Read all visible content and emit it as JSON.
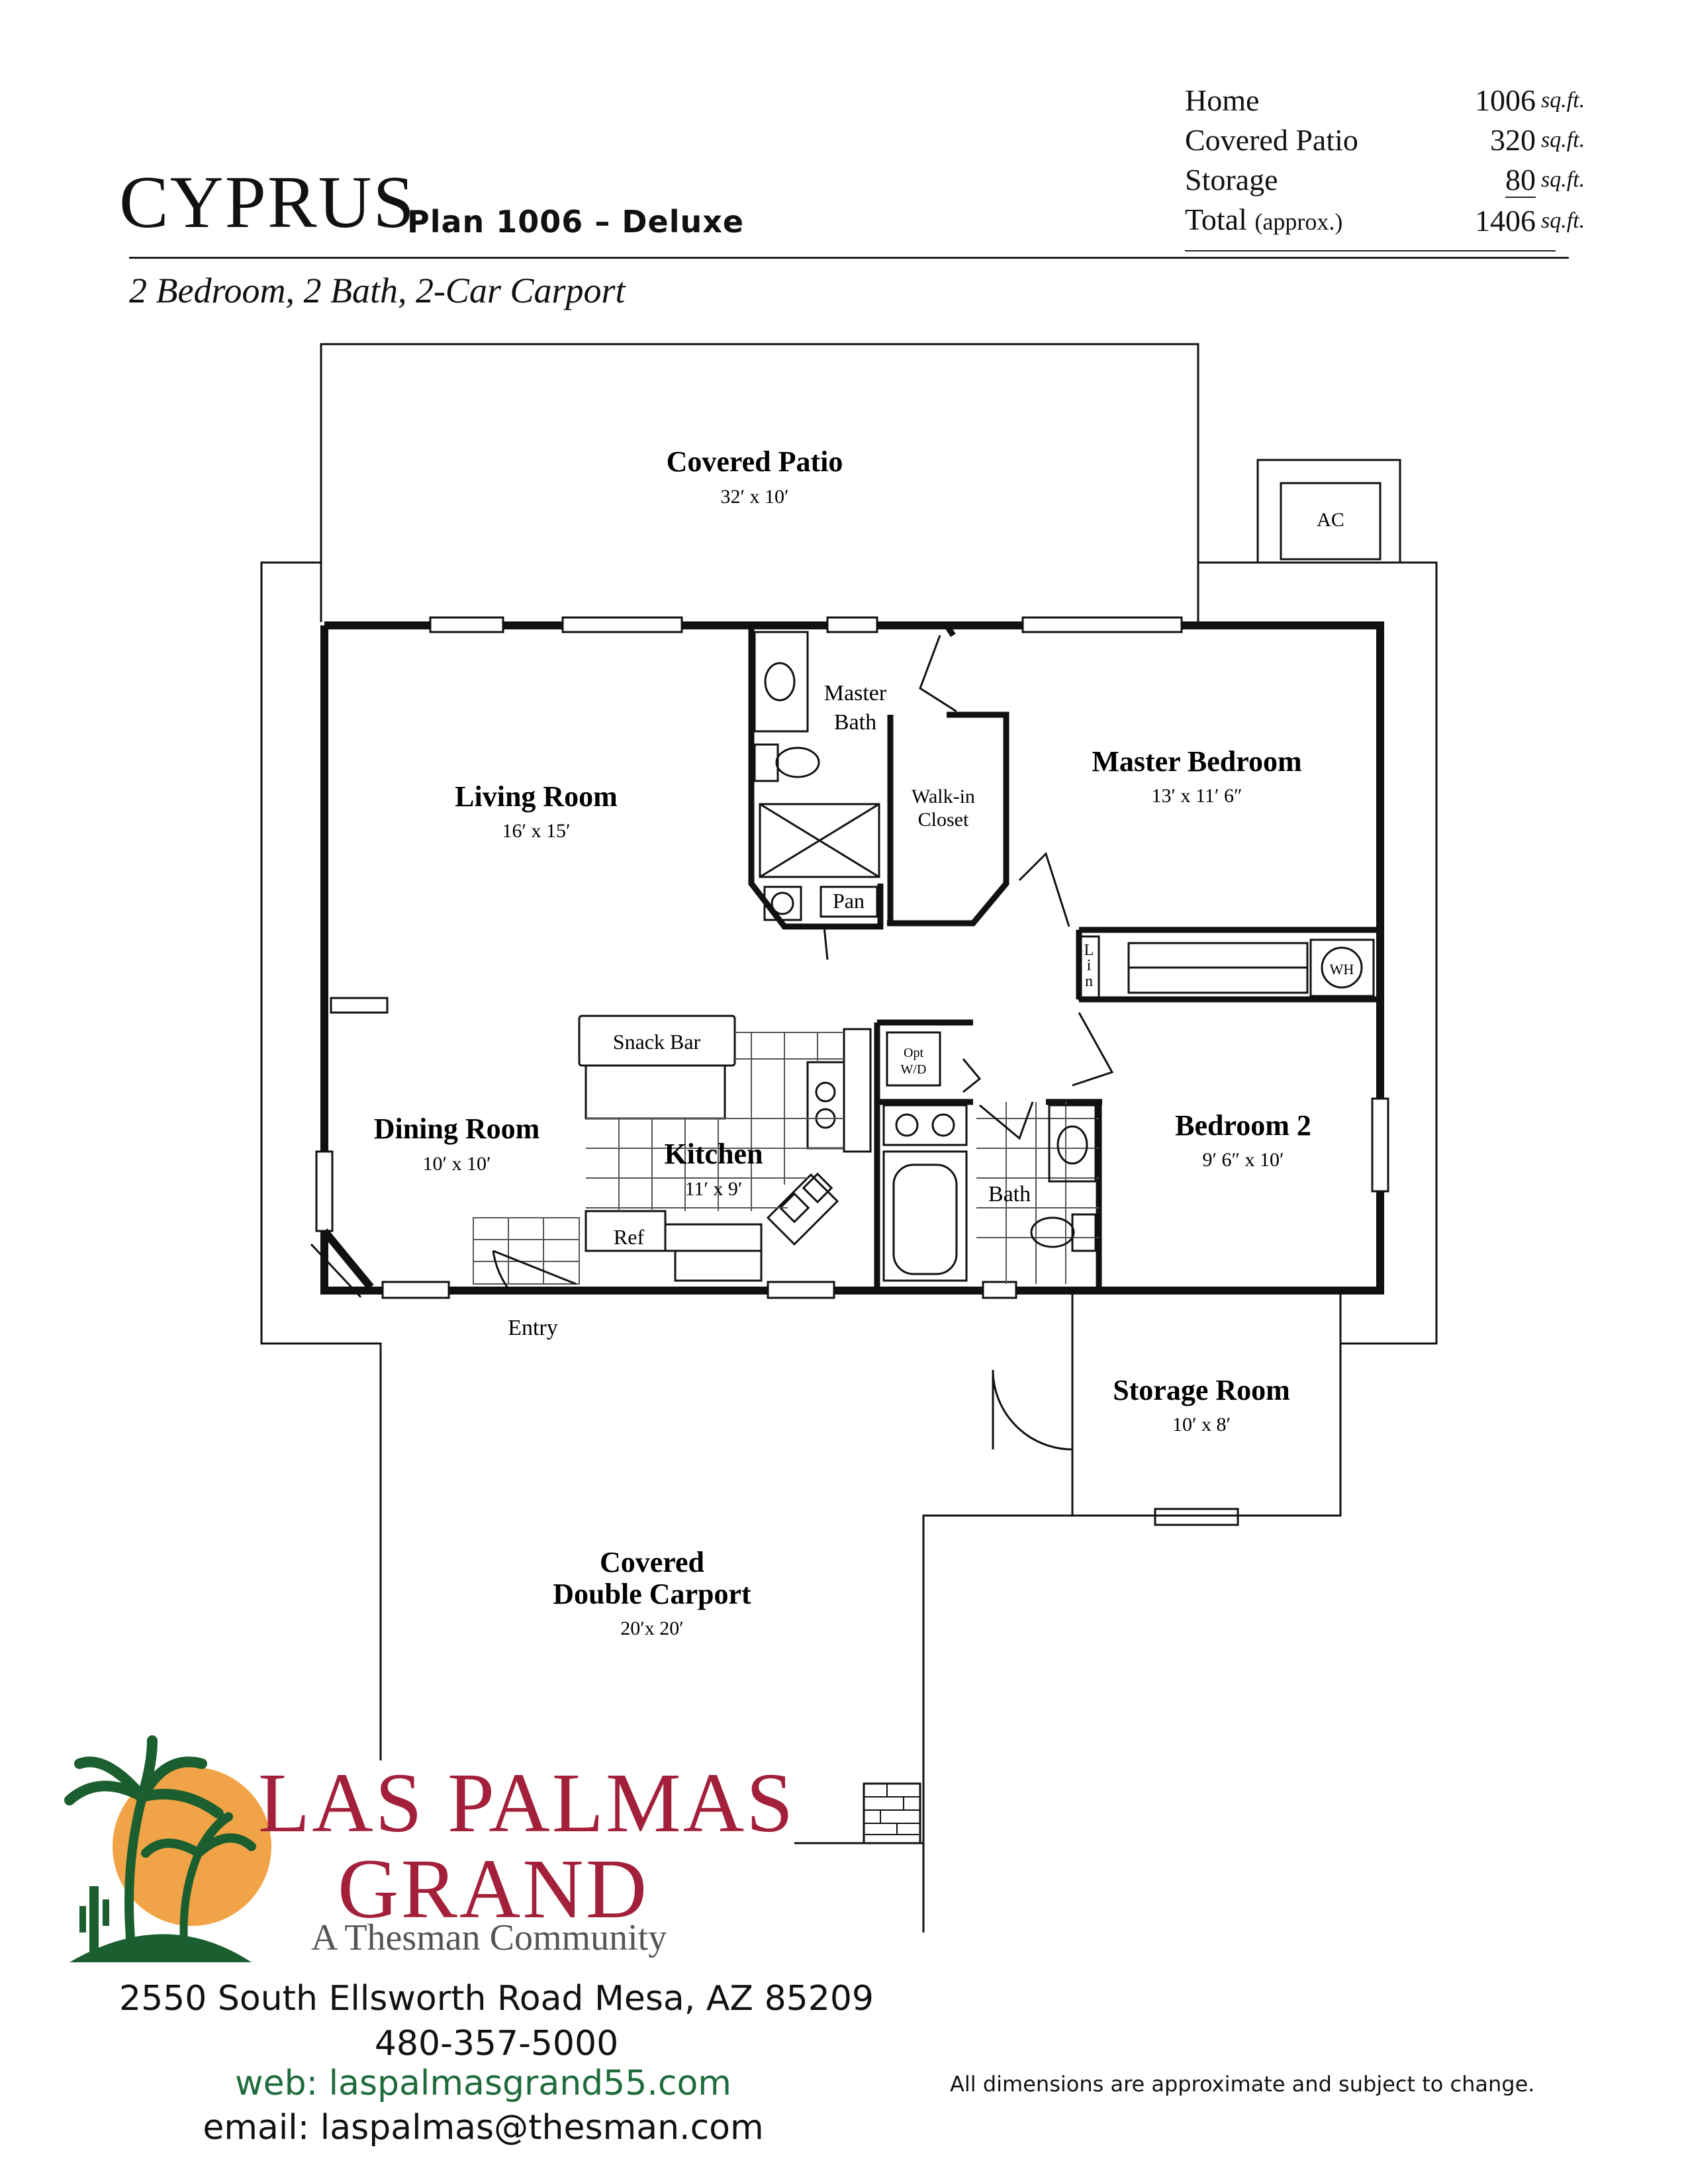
{
  "header": {
    "plan_name": "CYPRUS",
    "plan_sub": "Plan 1006 – Deluxe",
    "tagline": "2 Bedroom, 2 Bath, 2-Car Carport"
  },
  "area_table": {
    "rows": [
      {
        "label": "Home",
        "note": "",
        "value": "1006",
        "unit": "sq.ft."
      },
      {
        "label": "Covered Patio",
        "note": "",
        "value": "320",
        "unit": "sq.ft."
      },
      {
        "label": "Storage",
        "note": "",
        "value": "80",
        "unit": "sq.ft."
      },
      {
        "label": "Total",
        "note": "(approx.)",
        "value": "1406",
        "unit": "sq.ft."
      }
    ]
  },
  "rooms": {
    "covered_patio": {
      "name": "Covered Patio",
      "dim": "32′ x 10′"
    },
    "ac": {
      "name": "AC"
    },
    "master_bath": {
      "name_1": "Master",
      "name_2": "Bath"
    },
    "walk_in": {
      "name_1": "Walk-in",
      "name_2": "Closet"
    },
    "master_bedroom": {
      "name": "Master Bedroom",
      "dim": "13′ x 11′ 6″"
    },
    "living_room": {
      "name": "Living Room",
      "dim": "16′ x 15′"
    },
    "pan": {
      "name": "Pan"
    },
    "lin": {
      "l1": "L",
      "l2": "i",
      "l3": "n"
    },
    "wh": {
      "name": "WH"
    },
    "snack_bar": {
      "name": "Snack Bar"
    },
    "opt_wd": {
      "l1": "Opt",
      "l2": "W/D"
    },
    "dining_room": {
      "name": "Dining Room",
      "dim": "10′ x 10′"
    },
    "kitchen": {
      "name": "Kitchen",
      "dim": "11′ x 9′"
    },
    "bath": {
      "name": "Bath"
    },
    "bedroom_2": {
      "name": "Bedroom 2",
      "dim": "9′ 6″ x 10′"
    },
    "ref": {
      "name": "Ref"
    },
    "entry": {
      "name": "Entry"
    },
    "storage_room": {
      "name": "Storage Room",
      "dim": "10′ x 8′"
    },
    "carport": {
      "name_1": "Covered",
      "name_2": "Double Carport",
      "dim": "20′x 20′"
    }
  },
  "brand": {
    "line1": "LAS PALMAS",
    "line2": "GRAND",
    "line3": "A Thesman Community",
    "colors": {
      "brand_red": "#a3203a",
      "sun": "#f0a347",
      "palm_green": "#1b5e2f",
      "web_green": "#1f6b3c"
    }
  },
  "contact": {
    "address": "2550 South Ellsworth Road     Mesa, AZ 85209",
    "phone": "480-357-5000",
    "web": "web: laspalmasgrand55.com",
    "email": "email: laspalmas@thesman.com"
  },
  "disclaimer": "All dimensions are approximate and subject to change."
}
